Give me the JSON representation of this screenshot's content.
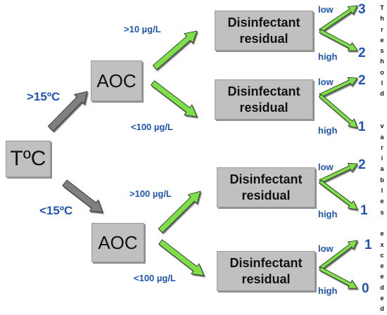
{
  "diagram": {
    "root": {
      "label": "TºC"
    },
    "temp_branches": [
      {
        "condition": ">15ºC",
        "aoc_label": "AOC",
        "aoc_branches": [
          {
            "condition": ">10  µg/L",
            "residual_label": [
              "Disinfectant",
              "residual"
            ],
            "outcomes": [
              {
                "level": "low",
                "value": "3"
              },
              {
                "level": "high",
                "value": "2"
              }
            ]
          },
          {
            "condition": "<100  µg/L",
            "residual_label": [
              "Disinfectant",
              "residual"
            ],
            "outcomes": [
              {
                "level": "low",
                "value": "2"
              },
              {
                "level": "high",
                "value": "1"
              }
            ]
          }
        ]
      },
      {
        "condition": "<15ºC",
        "aoc_label": "AOC",
        "aoc_branches": [
          {
            "condition": ">100  µg/L",
            "residual_label": [
              "Disinfectant",
              "residual"
            ],
            "outcomes": [
              {
                "level": "low",
                "value": "2"
              },
              {
                "level": "high",
                "value": "1"
              }
            ]
          },
          {
            "condition": "<100  µg/L",
            "residual_label": [
              "Disinfectant",
              "residual"
            ],
            "outcomes": [
              {
                "level": "low",
                "value": "1"
              },
              {
                "level": "high",
                "value": "0"
              }
            ]
          }
        ]
      }
    ],
    "side_caption": [
      "T",
      "h",
      "r",
      "e",
      "s",
      "h",
      "o",
      "l",
      "d",
      "",
      "",
      "v",
      "a",
      "r",
      "i",
      "a",
      "b",
      "l",
      "e",
      "s",
      "",
      "e",
      "x",
      "c",
      "e",
      "e",
      "d",
      "e",
      "d"
    ],
    "colors": {
      "box_fill": "#c0c0c0",
      "grey_arrow": "#808080",
      "green_arrow": "#7de04a",
      "label_text": "#1e55b4"
    }
  }
}
